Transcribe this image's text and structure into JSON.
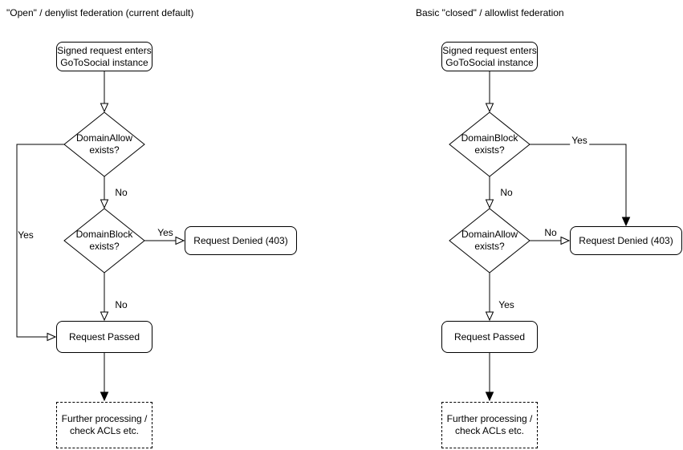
{
  "colors": {
    "line": "#000000",
    "background": "#ffffff",
    "text": "#000000"
  },
  "diagrams": {
    "left": {
      "title": "\"Open\" / denylist federation (current default)",
      "nodes": {
        "start": "Signed request enters\nGoToSocial instance",
        "decision1": "DomainAllow\nexists?",
        "decision2": "DomainBlock\nexists?",
        "denied": "Request Denied (403)",
        "passed": "Request Passed",
        "further": "Further processing /\ncheck ACLs etc."
      },
      "edge_labels": {
        "decision1_yes": "Yes",
        "decision1_no": "No",
        "decision2_yes": "Yes",
        "decision2_no": "No"
      }
    },
    "right": {
      "title": "Basic \"closed\" / allowlist federation",
      "nodes": {
        "start": "Signed request enters\nGoToSocial instance",
        "decision1": "DomainBlock\nexists?",
        "decision2": "DomainAllow\nexists?",
        "denied": "Request Denied (403)",
        "passed": "Request Passed",
        "further": "Further processing /\ncheck ACLs etc."
      },
      "edge_labels": {
        "decision1_yes": "Yes",
        "decision1_no": "No",
        "decision2_no": "No",
        "decision2_yes": "Yes"
      }
    }
  }
}
